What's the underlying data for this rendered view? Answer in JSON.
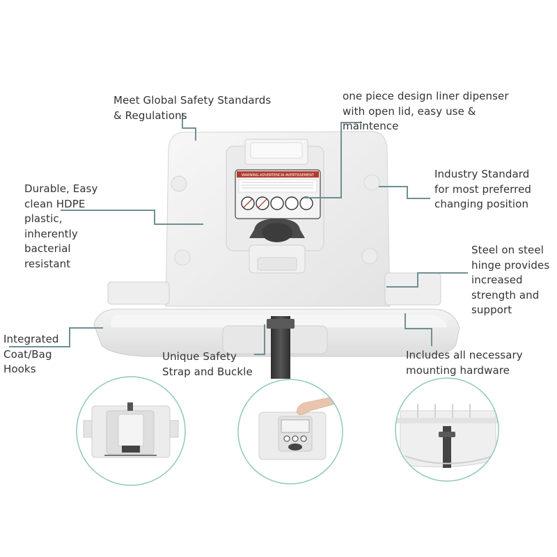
{
  "callouts": {
    "safety_standards": [
      "Meet Global Safety Standards",
      "& Regulations"
    ],
    "liner_dispenser": [
      "one piece design liner dipenser",
      "with open lid, easy use &",
      "maintence"
    ],
    "durable_plastic": [
      "Durable, Easy",
      "clean HDPE",
      "plastic,",
      "inherently",
      "bacterial",
      "resistant"
    ],
    "industry_standard": [
      "Industry Standard",
      "for most preferred",
      "changing position"
    ],
    "steel_hinge": [
      "Steel on steel",
      "hinge provides",
      "increased",
      "strength and",
      "support"
    ],
    "coat_hooks": [
      "Integrated",
      "Coat/Bag",
      "Hooks"
    ],
    "safety_strap": [
      "Unique Safety",
      "Strap and Buckle"
    ],
    "mounting_hardware": [
      "Includes all necessary",
      "mounting hardware"
    ]
  },
  "warning_label": "WARNING  ADVERTENCIA  AVERTISSEMENT",
  "colors": {
    "leader_line": "#6f8f92",
    "circle_border": "#8fc6c1",
    "unit_body": "#f1f1f1",
    "strap": "#3f3f3f",
    "text": "#333333"
  }
}
